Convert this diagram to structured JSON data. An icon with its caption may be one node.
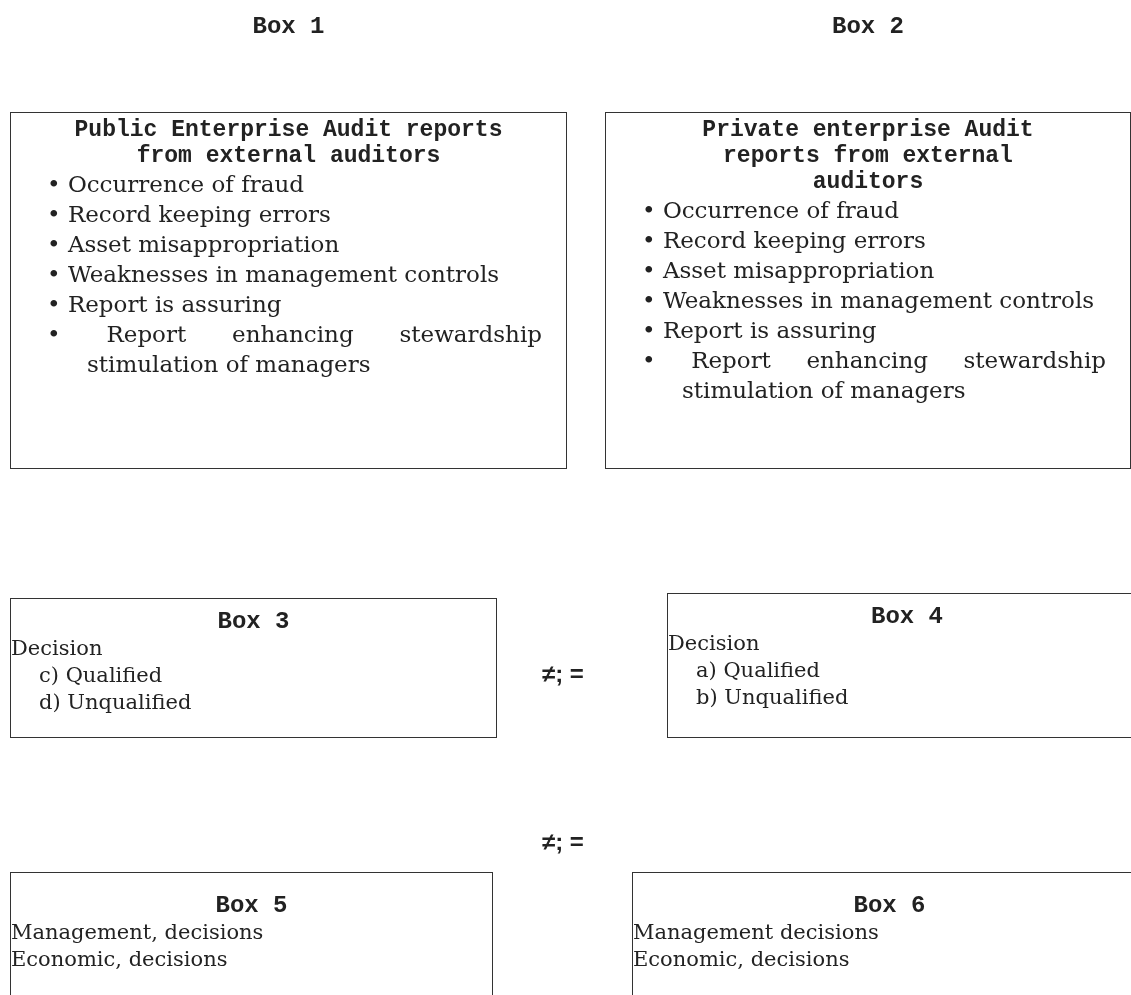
{
  "diagram": {
    "nodes": [
      {
        "text": [
          "Box 1",
          "Public Enterprise Audit reports from external auditors",
          "• Occurrence of fraud",
          "• Record keeping errors",
          "• Asset misappropriation",
          "• Weaknesses in management controls",
          "• Report is assuring",
          "• Report enhancing stewardship stimulation of managers"
        ]
      },
      {
        "text": [
          "Box 2",
          "Private enterprise Audit reports from external auditors",
          "• Occurrence of fraud",
          "• Record keeping errors",
          "• Asset misappropriation",
          "• Weaknesses in management controls",
          "• Report is assuring",
          "• Report enhancing stewardship stimulation of managers"
        ]
      },
      {
        "text": [
          "Box 3",
          "Decision",
          "c) Qualified",
          "d) Unqualified"
        ]
      },
      {
        "text": [
          "Box 4",
          "Decision",
          "a) Qualified",
          "b) Unqualified"
        ]
      },
      {
        "text": [
          "Box 5",
          "Management, decisions",
          "Economic, decisions"
        ]
      },
      {
        "text": [
          "Box 6",
          "Management decisions",
          "Economic, decisions"
        ]
      }
    ],
    "labels": [
      "≠; =",
      "≠; ="
    ]
  }
}
